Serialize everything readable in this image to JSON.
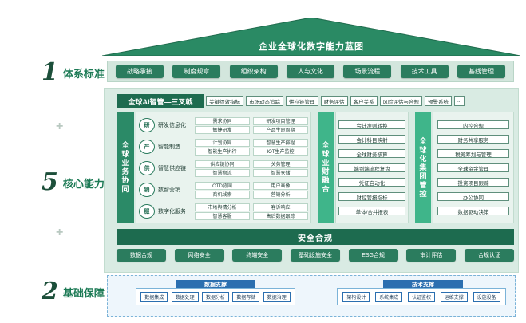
{
  "title": "企业全球化数字能力蓝图",
  "sections": [
    {
      "num": "1",
      "label": "体系标准"
    },
    {
      "num": "5",
      "label": "核心能力"
    },
    {
      "num": "2",
      "label": "基础保障"
    }
  ],
  "plus_sign": "+",
  "system_standards": [
    "战略承接",
    "制度规章",
    "组织架构",
    "人与文化",
    "场景流程",
    "技术工具",
    "基线管理"
  ],
  "ai_header": "全球AI智管—三叉戟",
  "ai_tags": [
    "关键绩效指标",
    "市场动态追踪",
    "供应链管理",
    "财务评估",
    "客户关系",
    "风险评估与合规",
    "预警系统",
    "..."
  ],
  "business_label": "全球业务协同",
  "business_rows": [
    {
      "seal": "研",
      "name": "研发信息化",
      "items": [
        "需求协同",
        "研发项目管理",
        "敏捷研发",
        "产品生命周期"
      ]
    },
    {
      "seal": "产",
      "name": "智能制造",
      "items": [
        "计划协同",
        "智慧生产排程",
        "智能生产执行",
        "IOT生产监控"
      ]
    },
    {
      "seal": "供",
      "name": "智慧供应链",
      "items": [
        "供应链协同",
        "关务管理",
        "智慧物流",
        "智慧仓储"
      ]
    },
    {
      "seal": "销",
      "name": "数智营销",
      "items": [
        "OTD协同",
        "用户画像",
        "商机线索",
        "营销分析"
      ]
    },
    {
      "seal": "服",
      "name": "数字化服务",
      "items": [
        "市场舆情分析",
        "客诉响应",
        "智慧客服",
        "售后数据跟踪"
      ]
    }
  ],
  "finance_label": "全球业财融合",
  "finance_items": [
    "会计准则转换",
    "会计科目映射",
    "全球财务核算",
    "端到端流程复盘",
    "凭证自动化",
    "财控管报指标",
    "单体/合并报表"
  ],
  "group_label": "全球化集团管控",
  "group_items": [
    "内控合规",
    "财务共享服务",
    "税务筹划与管理",
    "全球资金管理",
    "投资项目跟踪",
    "办公协同",
    "数据驱动决策"
  ],
  "security_title": "安全合规",
  "security_items": [
    "数据合规",
    "网络安全",
    "终端安全",
    "基础设施安全",
    "ESG合规",
    "审计评估",
    "合规认证"
  ],
  "data_support": {
    "title": "数据支撑",
    "items": [
      "数据集成",
      "数据处理",
      "数据分析",
      "数据存储",
      "数据治理"
    ]
  },
  "tech_support": {
    "title": "技术支撑",
    "items": [
      "架构设计",
      "系统集成",
      "认证鉴权",
      "运维支撑",
      "设施设备"
    ]
  },
  "colors": {
    "primary": "#1d6b4f",
    "accent": "#2b8a67",
    "light_accent": "#3fb58a",
    "base_blue": "#2b6fb0",
    "panel": "#d9ebe3"
  }
}
